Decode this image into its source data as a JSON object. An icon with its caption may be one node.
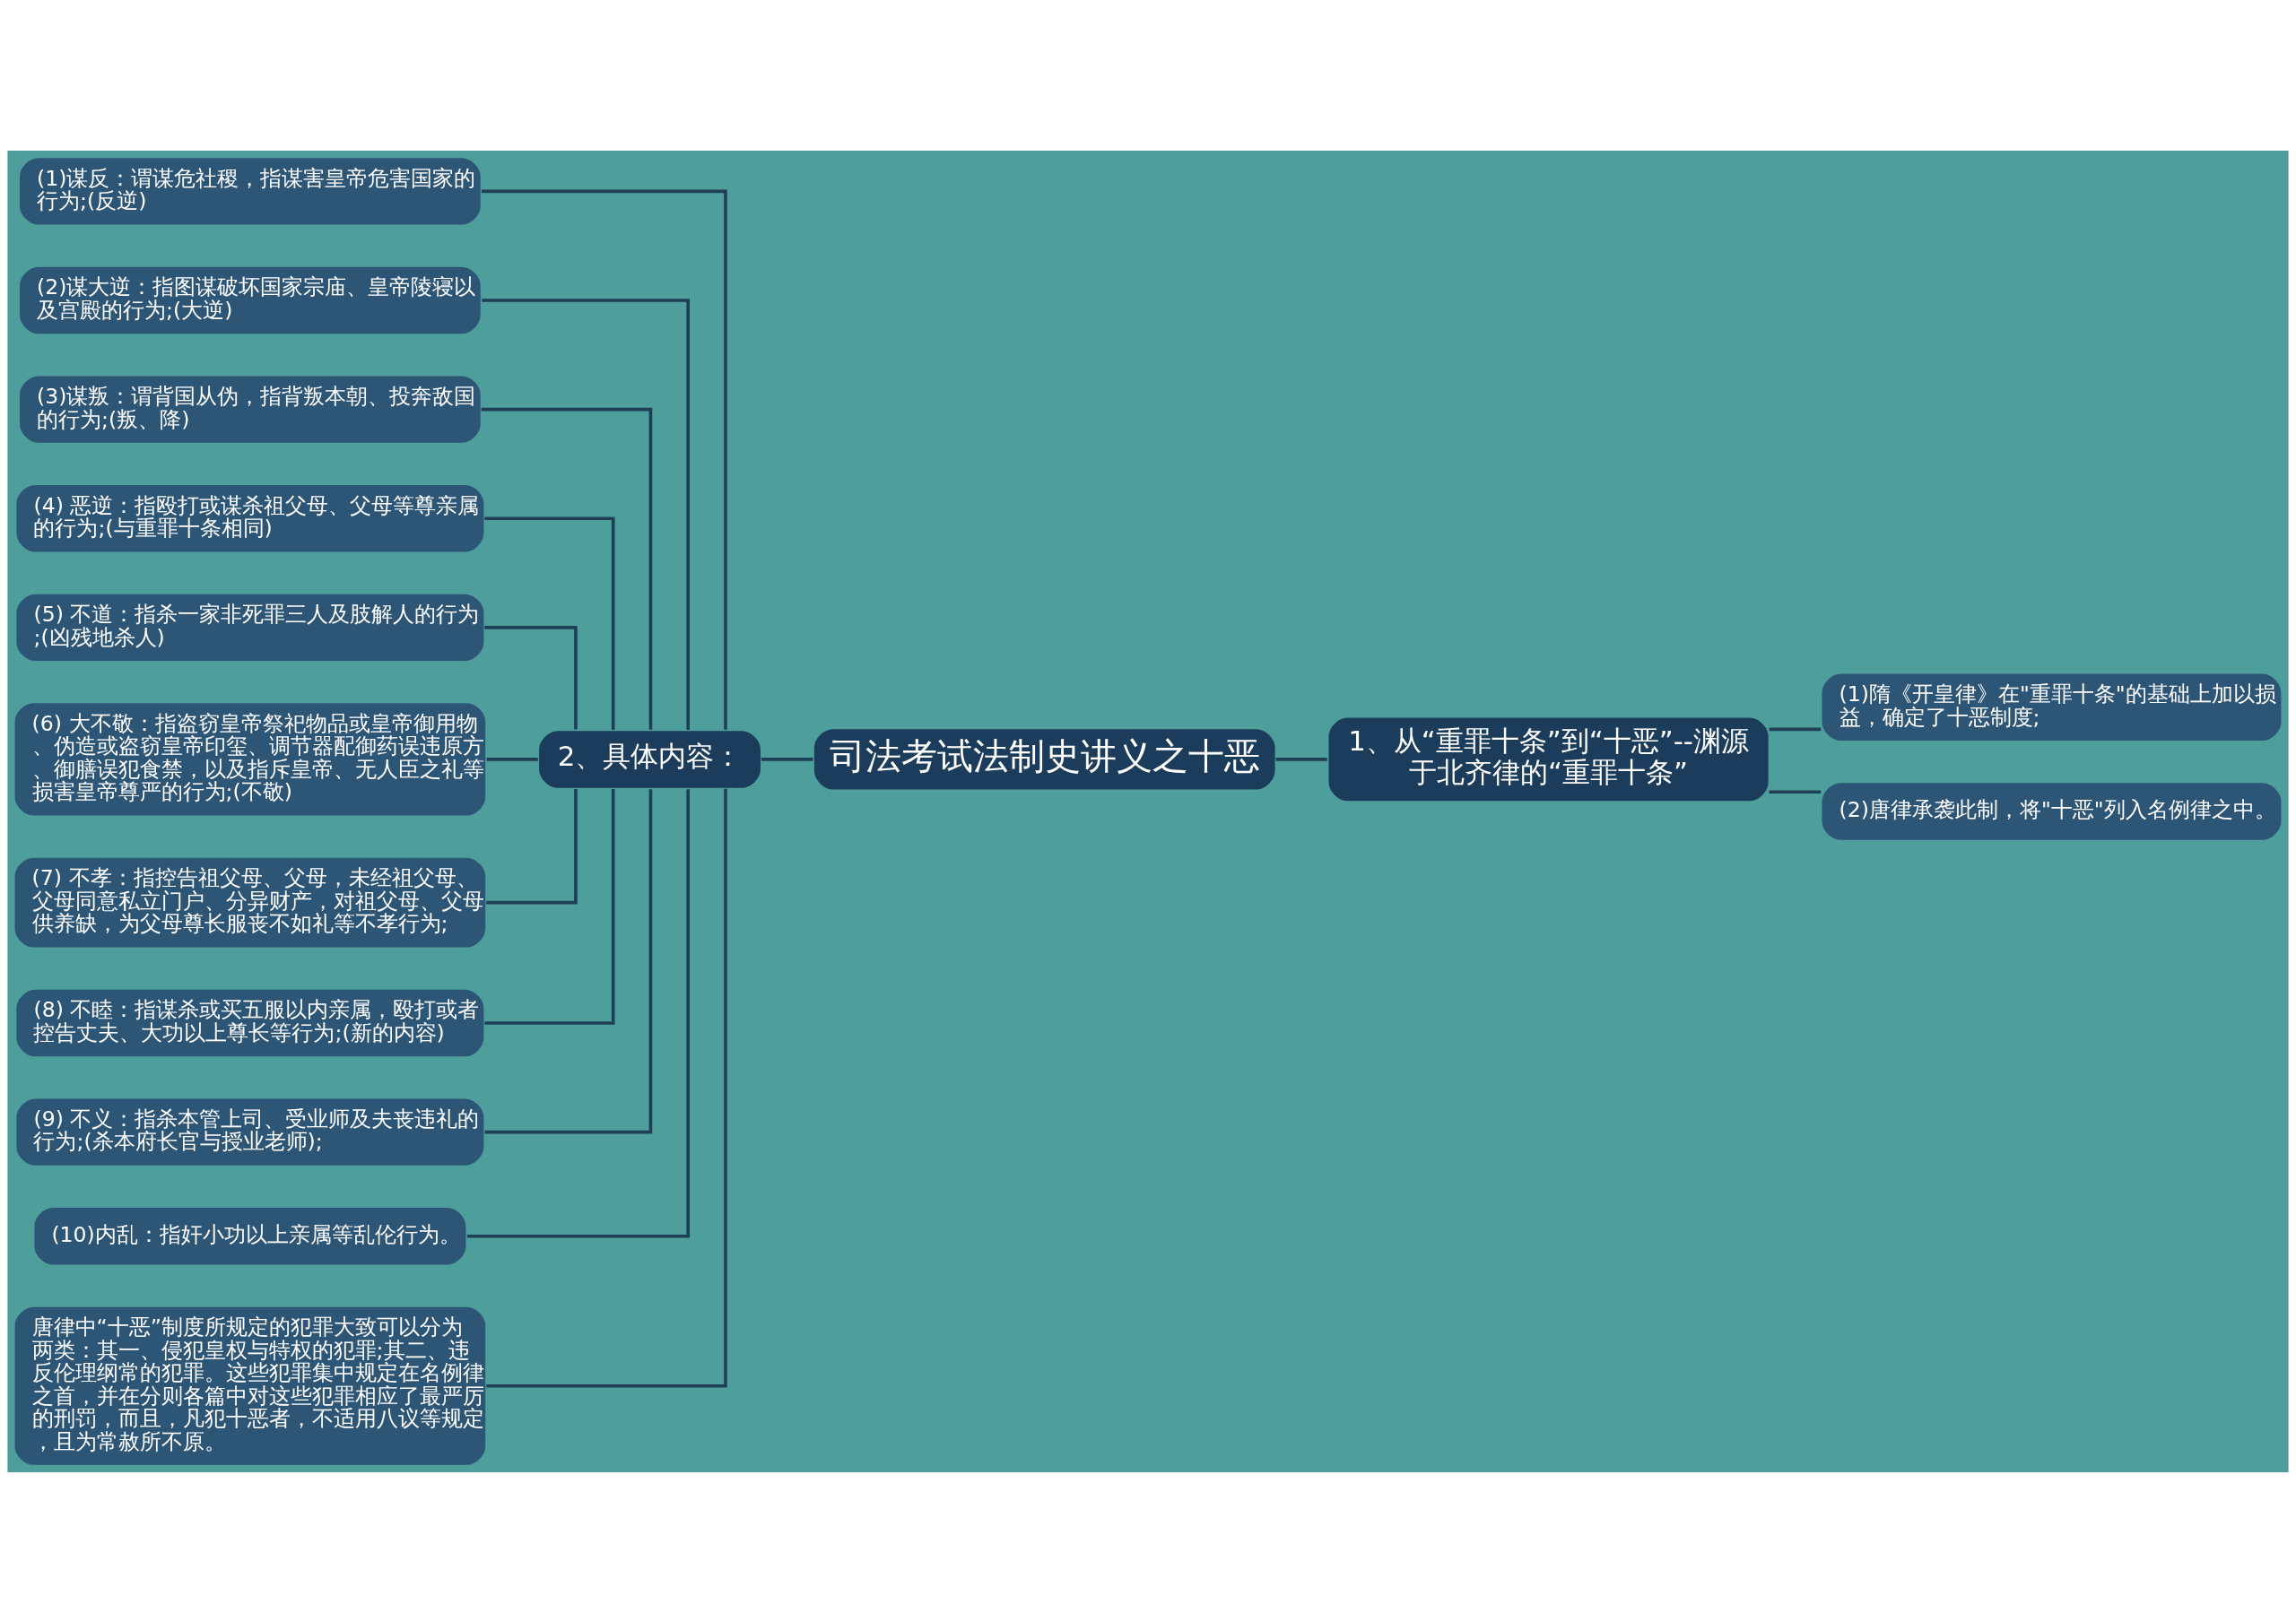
{
  "diagram": {
    "nodes": [
      {
        "text": [
          "司法考试法制史讲义之十恶"
        ]
      },
      {
        "text": [
          "1、从“重罪十条”到“十恶”--渊源于北齐律的“重罪十条”"
        ]
      },
      {
        "text": [
          "(1)隋《开皇律》在\"重罪十条\"的基础上加以损益，确定了十恶制度;"
        ]
      },
      {
        "text": [
          "(2)唐律承袭此制，将\"十恶\"列入名例律之中。"
        ]
      },
      {
        "text": [
          "2、具体内容："
        ]
      },
      {
        "text": [
          "(1)谋反：谓谋危社稷，指谋害皇帝危害国家的行为;(反逆)"
        ]
      },
      {
        "text": [
          "(2)谋大逆：指图谋破坏国家宗庙、皇帝陵寝以及宫殿的行为;(大逆)"
        ]
      },
      {
        "text": [
          "(3)谋叛：谓背国从伪，指背叛本朝、投奔敌国的行为;(叛、降)"
        ]
      },
      {
        "text": [
          "(4) 恶逆：指殴打或谋杀祖父母、父母等尊亲属的行为;(与重罪十条相同)"
        ]
      },
      {
        "text": [
          "(5) 不道：指杀一家非死罪三人及肢解人的行为;(凶残地杀人)"
        ]
      },
      {
        "text": [
          "(6) 大不敬：指盗窃皇帝祭祀物品或皇帝御用物、伪造或盗窃皇帝印玺、调节器配御药误违原方、御膳误犯食禁，以及指斥皇帝、无人臣之礼等损害皇帝尊严的行为;(不敬)"
        ]
      },
      {
        "text": [
          "(7) 不孝：指控告祖父母、父母，未经祖父母、父母同意私立门户、分异财产，对祖父母、父母供养缺，为父母尊长服丧不如礼等不孝行为;"
        ]
      },
      {
        "text": [
          "(8) 不睦：指谋杀或买五服以内亲属，殴打或者控告丈夫、大功以上尊长等行为;(新的内容)"
        ]
      },
      {
        "text": [
          "(9) 不义：指杀本管上司、受业师及夫丧违礼的行为;(杀本府长官与授业老师);"
        ]
      },
      {
        "text": [
          "(10)内乱：指奸小功以上亲属等乱伦行为。"
        ]
      },
      {
        "text": [
          "唐律中“十恶”制度所规定的犯罪大致可以分为两类：其一、侵犯皇权与特权的犯罪;其二、违反伦理纲常的犯罪。这些犯罪集中规定在名例律之首，并在分则各篇中对这些犯罪相应了最严厉的刑罚，而且，凡犯十恶者，不适用八议等规定，且为常赦所不原。"
        ]
      }
    ],
    "edges": [
      {
        "from": 0,
        "to": 1,
        "arrow": "none"
      },
      {
        "from": 1,
        "to": 2,
        "arrow": "none"
      },
      {
        "from": 1,
        "to": 3,
        "arrow": "none"
      },
      {
        "from": 0,
        "to": 4,
        "arrow": "none"
      },
      {
        "from": 4,
        "to": 5,
        "arrow": "none"
      },
      {
        "from": 4,
        "to": 6,
        "arrow": "none"
      },
      {
        "from": 4,
        "to": 7,
        "arrow": "none"
      },
      {
        "from": 4,
        "to": 8,
        "arrow": "none"
      },
      {
        "from": 4,
        "to": 9,
        "arrow": "none"
      },
      {
        "from": 4,
        "to": 10,
        "arrow": "none"
      },
      {
        "from": 4,
        "to": 11,
        "arrow": "none"
      },
      {
        "from": 4,
        "to": 12,
        "arrow": "none"
      },
      {
        "from": 4,
        "to": 13,
        "arrow": "none"
      },
      {
        "from": 4,
        "to": 14,
        "arrow": "none"
      },
      {
        "from": 4,
        "to": 15,
        "arrow": "none"
      }
    ]
  }
}
